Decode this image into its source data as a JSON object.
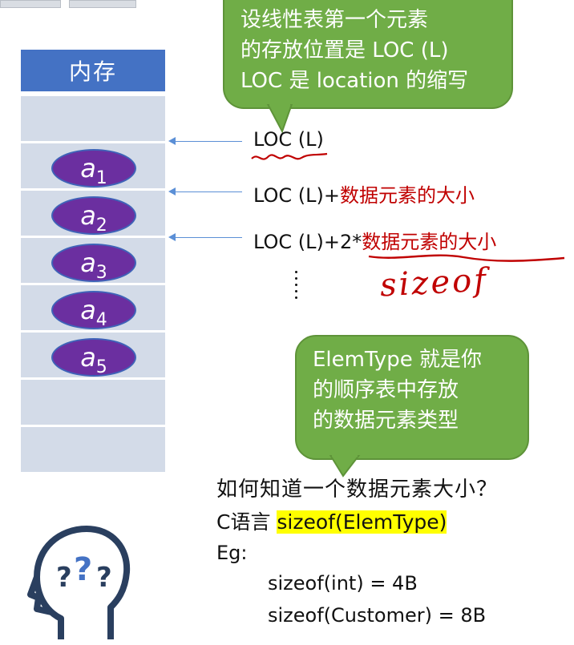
{
  "memory": {
    "header": "内存",
    "elements": [
      {
        "base": "a",
        "sub": "1"
      },
      {
        "base": "a",
        "sub": "2"
      },
      {
        "base": "a",
        "sub": "3"
      },
      {
        "base": "a",
        "sub": "4"
      },
      {
        "base": "a",
        "sub": "5"
      }
    ]
  },
  "callout_top": {
    "lines": [
      "设线性表第一个元素",
      "的存放位置是 LOC (L)",
      "LOC 是 location 的缩写"
    ]
  },
  "addresses": [
    {
      "prefix": "LOC (L)",
      "suffix": ""
    },
    {
      "prefix": "LOC (L)+",
      "suffix": "数据元素的大小"
    },
    {
      "prefix": "LOC (L)+2*",
      "suffix": "数据元素的大小"
    }
  ],
  "handwriting": "sizeof",
  "callout_bottom": {
    "lines": [
      "ElemType 就是你",
      "的顺序表中存放",
      "的数据元素类型"
    ]
  },
  "question": "如何知道一个数据元素大小？",
  "c_language": {
    "prefix": "C语言 ",
    "highlight": "sizeof(ElemType)"
  },
  "eg_label": "Eg:",
  "examples": [
    "sizeof(int) = 4B",
    "sizeof(Customer) = 8B"
  ],
  "colors": {
    "header_blue": "#4472c4",
    "cell_gray": "#d3dbe8",
    "element_purple": "#6b2fa0",
    "callout_green": "#70ad47",
    "arrow_blue": "#5b8fd6",
    "emphasis_red": "#c00000",
    "highlight_yellow": "#ffff00"
  },
  "icons": [
    "head-question-icon"
  ]
}
